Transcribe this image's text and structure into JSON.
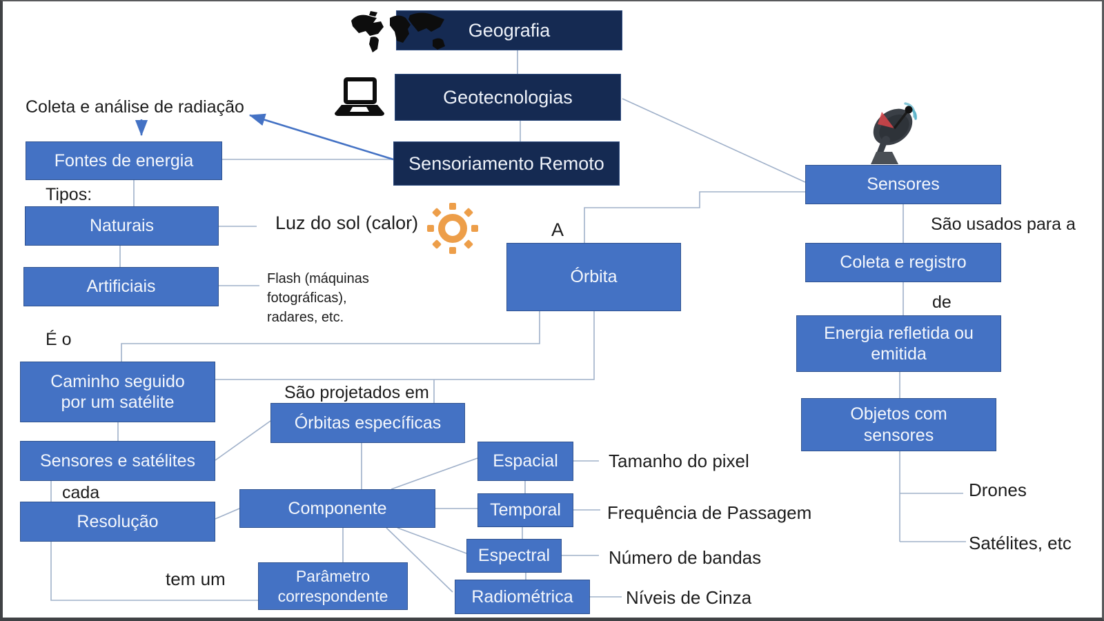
{
  "diagram": {
    "title_context": "Mapa conceitual de Sensoriamento Remoto",
    "nodes": {
      "geografia": "Geografia",
      "geotecnologias": "Geotecnologias",
      "sensoriamento_remoto": "Sensoriamento Remoto",
      "fontes_energia": "Fontes de energia",
      "naturais": "Naturais",
      "artificiais": "Artificiais",
      "orbita": "Órbita",
      "sensores": "Sensores",
      "coleta_registro": "Coleta e registro",
      "energia_refletida": "Energia refletida ou emitida",
      "objetos_sensores": "Objetos com sensores",
      "caminho_satelite": "Caminho seguido por um satélite",
      "sensores_satelites": "Sensores e satélites",
      "resolucao": "Resolução",
      "orbitas_especificas": "Órbitas específicas",
      "componente": "Componente",
      "parametro_correspondente": "Parâmetro correspondente",
      "espacial": "Espacial",
      "temporal": "Temporal",
      "espectral": "Espectral",
      "radiometrica": "Radiométrica"
    },
    "labels": {
      "coleta_analise": "Coleta e análise de radiação",
      "tipos": "Tipos:",
      "luz_sol": "Luz do sol (calor)",
      "flash": "Flash (máquinas fotográficas), radares, etc.",
      "a": "A",
      "sao_usados": "São usados para a",
      "de": "de",
      "drones": "Drones",
      "satelites_etc": "Satélites, etc",
      "e_o": "É o",
      "cada": "cada",
      "sao_projetados": "São projetados em",
      "tem_um": "tem um",
      "tamanho_pixel": "Tamanho do pixel",
      "frequencia_passagem": "Frequência de Passagem",
      "numero_bandas": "Número de bandas",
      "niveis_cinza": "Níveis de Cinza"
    },
    "icons": [
      "world-map-icon",
      "laptop-icon",
      "satellite-dish-icon",
      "sun-icon"
    ],
    "colors": {
      "box_blue": "#4472C4",
      "box_blue_border": "#2F528F",
      "box_navy": "#152A52",
      "connector": "#9FB0C9",
      "arrow_blue": "#4472C4",
      "sun_orange": "#ED9E49",
      "text_dark": "#1C1C1C",
      "text_light": "#F4F7FC"
    }
  }
}
